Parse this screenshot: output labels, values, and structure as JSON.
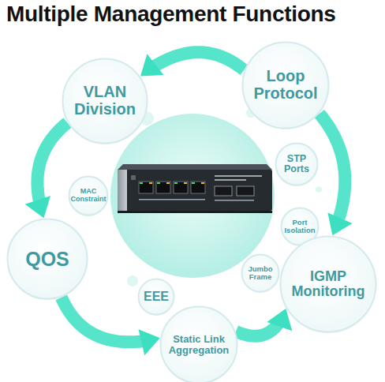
{
  "diagram": {
    "title": "Multiple Management Functions",
    "nodes": [
      {
        "text": [
          "VLAN Division"
        ]
      },
      {
        "text": [
          "Loop Protocol"
        ]
      },
      {
        "text": [
          "STP Ports"
        ]
      },
      {
        "text": [
          "MAC Constraint"
        ]
      },
      {
        "text": [
          "Port Isolation"
        ]
      },
      {
        "text": [
          "QOS"
        ]
      },
      {
        "text": [
          "Jumbo Frame"
        ]
      },
      {
        "text": [
          "EEE"
        ]
      },
      {
        "text": [
          "IGMP Monitoring"
        ]
      },
      {
        "text": [
          "Static Link Aggregation"
        ]
      }
    ],
    "edges": [
      {
        "from": 1,
        "to": 0,
        "arrow": "to"
      },
      {
        "from": 0,
        "to": 5,
        "arrow": "to"
      },
      {
        "from": 5,
        "to": 9,
        "arrow": "to"
      },
      {
        "from": 9,
        "to": 8,
        "arrow": "to"
      },
      {
        "from": 1,
        "to": 8,
        "arrow": "to"
      }
    ]
  }
}
